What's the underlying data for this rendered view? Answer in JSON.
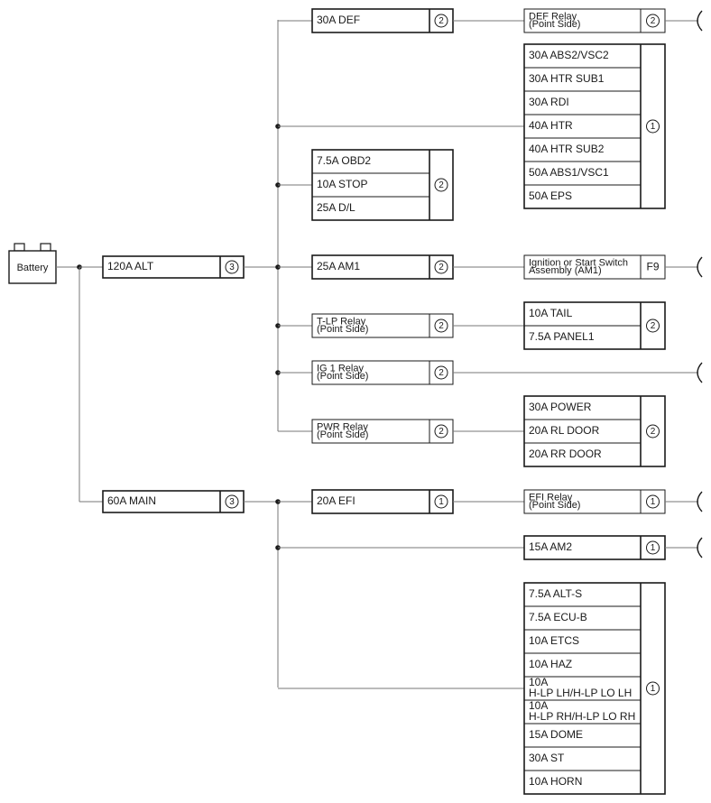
{
  "source": {
    "label": "Battery"
  },
  "mains": [
    {
      "label": "120A ALT",
      "ref": "3"
    },
    {
      "label": "60A MAIN",
      "ref": "3"
    }
  ],
  "branches": [
    {
      "id": "def",
      "fuses": [
        "30A DEF"
      ],
      "ref": "2",
      "dest": {
        "kind": "relay",
        "lines": [
          "DEF Relay",
          "(Point Side)"
        ],
        "ref": "2",
        "cont": true
      }
    },
    {
      "id": "r1",
      "fuses": [],
      "ref": "",
      "dest": {
        "kind": "group",
        "items": [
          "30A ABS2/VSC2",
          "30A HTR SUB1",
          "30A RDI",
          "40A HTR",
          "40A HTR SUB2",
          "50A ABS1/VSC1",
          "50A EPS"
        ],
        "ref": "1"
      }
    },
    {
      "id": "obd",
      "fuses": [
        "7.5A OBD2",
        "10A STOP",
        "25A D/L"
      ],
      "ref": "2",
      "dest": null
    },
    {
      "id": "am1",
      "fuses": [
        "25A AM1"
      ],
      "ref": "2",
      "dest": {
        "kind": "relay",
        "lines": [
          "Ignition or Start Switch",
          "Assembly (AM1)"
        ],
        "ref": "F9",
        "cont": true
      }
    },
    {
      "id": "tlp",
      "fuses": [
        "T-LP Relay",
        "(Point Side)"
      ],
      "ref": "2",
      "twoLine": true,
      "dest": {
        "kind": "group",
        "items": [
          "10A TAIL",
          "7.5A PANEL1"
        ],
        "ref": "2"
      }
    },
    {
      "id": "ig1",
      "fuses": [
        "IG 1 Relay",
        "(Point Side)"
      ],
      "ref": "2",
      "twoLine": true,
      "dest": {
        "kind": "open",
        "cont": true
      }
    },
    {
      "id": "pwr",
      "fuses": [
        "PWR Relay",
        "(Point Side)"
      ],
      "ref": "2",
      "twoLine": true,
      "dest": {
        "kind": "group",
        "items": [
          "30A POWER",
          "20A RL DOOR",
          "20A RR DOOR"
        ],
        "ref": "2"
      }
    },
    {
      "id": "efi",
      "fuses": [
        "20A EFI"
      ],
      "ref": "1",
      "dest": {
        "kind": "relay",
        "lines": [
          "EFI Relay",
          "(Point Side)"
        ],
        "ref": "1",
        "cont": true
      }
    },
    {
      "id": "am2",
      "fuses": [],
      "ref": "",
      "dest": {
        "kind": "relay",
        "lines": [
          "15A AM2"
        ],
        "ref": "1",
        "cont": true
      }
    },
    {
      "id": "r2",
      "fuses": [],
      "ref": "",
      "dest": {
        "kind": "group",
        "items": [
          "7.5A ALT-S",
          "7.5A ECU-B",
          "10A ETCS",
          "10A HAZ",
          "10A\nH-LP LH/H-LP LO LH",
          "10A\nH-LP RH/H-LP LO RH",
          "15A DOME",
          "30A ST",
          "10A HORN"
        ],
        "ref": "1"
      }
    }
  ]
}
